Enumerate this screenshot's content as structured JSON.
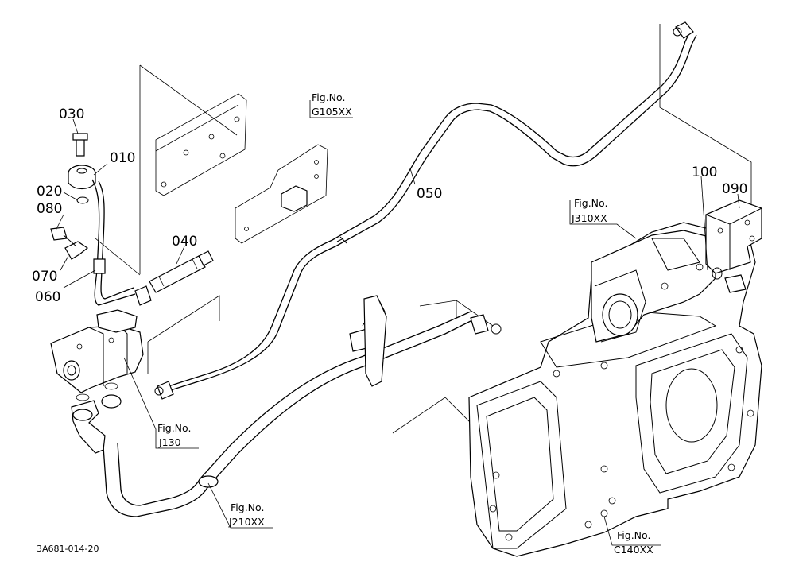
{
  "diagram": {
    "drawing_code": "3A681-014-20",
    "part_numbers": {
      "p030": "030",
      "p010": "010",
      "p020": "020",
      "p080": "080",
      "p070": "070",
      "p060": "060",
      "p040": "040",
      "p050": "050",
      "p100": "100",
      "p090": "090"
    },
    "figure_refs": {
      "g105": {
        "label": "Fig.No.",
        "code": "G105XX"
      },
      "j310": {
        "label": "Fig.No.",
        "code": "J310XX"
      },
      "j130": {
        "label": "Fig.No.",
        "code": "J130"
      },
      "j210": {
        "label": "Fig.No.",
        "code": "J210XX"
      },
      "c140": {
        "label": "Fig.No.",
        "code": "C140XX"
      }
    }
  }
}
